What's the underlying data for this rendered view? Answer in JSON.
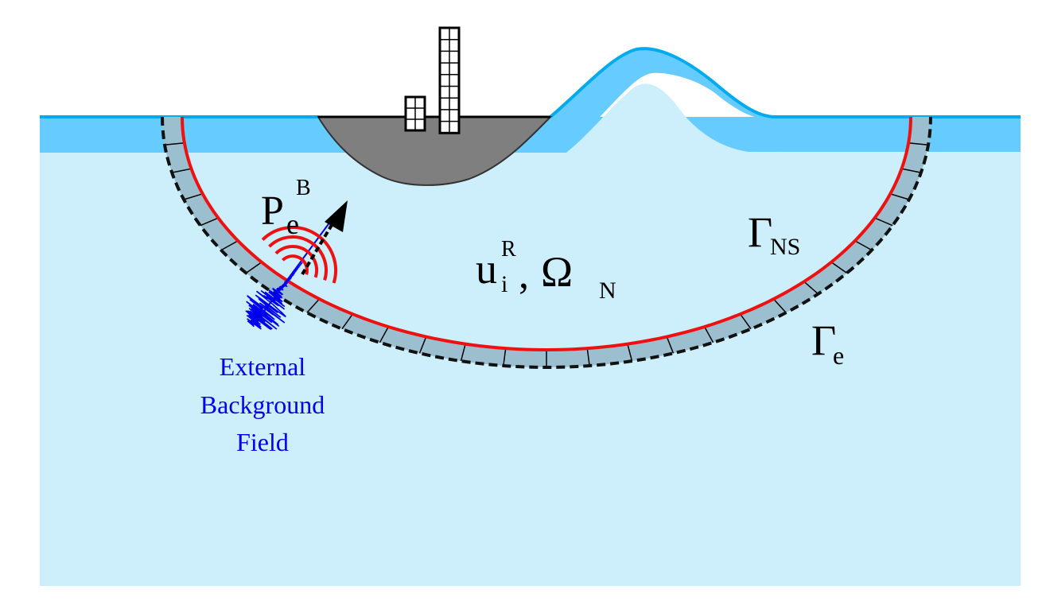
{
  "colors": {
    "domain_fill": "#cdeefb",
    "surface_layer": "#66ccff",
    "surface_line": "#00aaee",
    "hill_light": "#cdeefb",
    "basin_fill": "#7f7f7f",
    "boundary_ns": "#ee1111",
    "boundary_e": "#111111",
    "absorbing_layer": "#9bbfcf",
    "wave_red": "#ee1111",
    "signal_blue": "#0000ee",
    "label_blue": "#0000ee"
  },
  "icons": {
    "building_small": "building-icon",
    "building_tall": "building-icon",
    "arrow": "arrow-icon",
    "wave": "wavefront-icon",
    "signal": "seismogram-icon"
  },
  "labels": {
    "pe_main": "P",
    "pe_sub": "e",
    "pe_sup": "B",
    "u_main": "u",
    "u_sub": "i",
    "u_sup": "R",
    "comma": ",",
    "omega_main": "Ω",
    "omega_sub": "N",
    "gamma_ns_main": "Γ",
    "gamma_ns_sub": "NS",
    "gamma_e_main": "Γ",
    "gamma_e_sub": "e",
    "external_line1": "External",
    "external_line2": "Background",
    "external_line3": "Field"
  }
}
